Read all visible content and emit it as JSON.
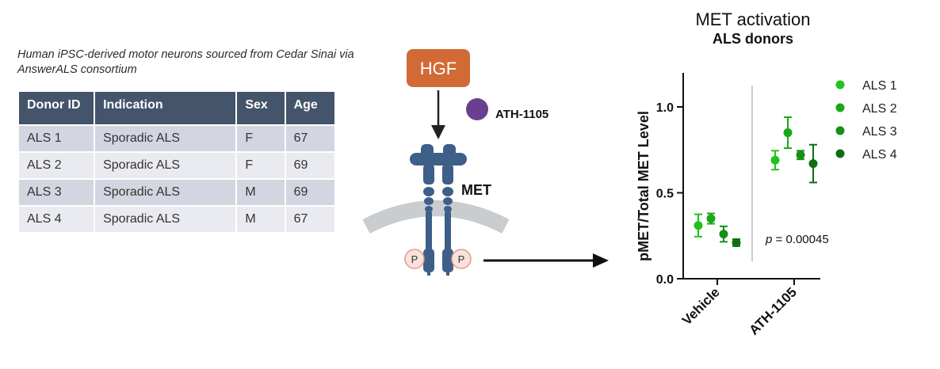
{
  "caption": "Human iPSC-derived motor neurons sourced from Cedar Sinai via AnswerALS consortium",
  "table": {
    "headers": [
      "Donor ID",
      "Indication",
      "Sex",
      "Age"
    ],
    "rows": [
      [
        "ALS 1",
        "Sporadic ALS",
        "F",
        "67"
      ],
      [
        "ALS 2",
        "Sporadic ALS",
        "F",
        "69"
      ],
      [
        "ALS 3",
        "Sporadic ALS",
        "M",
        "69"
      ],
      [
        "ALS 4",
        "Sporadic ALS",
        "M",
        "67"
      ]
    ]
  },
  "diagram": {
    "ligand_label": "HGF",
    "drug_label": "ATH-1105",
    "receptor_label": "MET",
    "phospho_label": "P",
    "colors": {
      "ligand": "#d26a35",
      "drug": "#6a3f8f",
      "receptor": "#3e5f88",
      "membrane": "#c9cdd0",
      "phospho_fill": "#fbe1dc",
      "phospho_stroke": "#e39a8c"
    }
  },
  "chart_data": {
    "type": "scatter",
    "title": "MET activation",
    "subtitle": "ALS donors",
    "ylabel": "pMET/Total MET Level",
    "ylim": [
      0,
      1.2
    ],
    "yticks": [
      "0.0",
      "0.5",
      "1.0"
    ],
    "categories": [
      "Vehicle",
      "ATH-1105"
    ],
    "annotation": {
      "italic": "p",
      "text": " = 0.00045"
    },
    "series": [
      {
        "name": "ALS 1",
        "color": "#22c11e",
        "values": [
          0.31,
          0.69
        ],
        "errors": [
          0.065,
          0.055
        ]
      },
      {
        "name": "ALS 2",
        "color": "#1aa818",
        "values": [
          0.35,
          0.85
        ],
        "errors": [
          0.03,
          0.09
        ]
      },
      {
        "name": "ALS 3",
        "color": "#159015",
        "values": [
          0.26,
          0.72
        ],
        "errors": [
          0.045,
          0.025
        ]
      },
      {
        "name": "ALS 4",
        "color": "#0e6e12",
        "values": [
          0.21,
          0.67
        ],
        "errors": [
          0.02,
          0.11
        ]
      }
    ],
    "legend": "right"
  }
}
